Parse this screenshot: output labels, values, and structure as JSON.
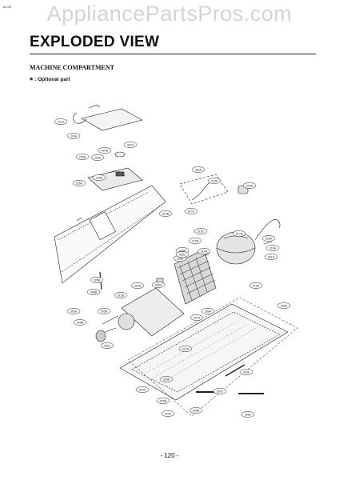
{
  "watermark": "AppliancePartsPros.com",
  "corner_code": "6L/2E",
  "heading": "EXPLODED VIEW",
  "section_title": "MACHINE COMPARTMENT",
  "optional_marker": "*",
  "optional_note": ": Optional part",
  "page_number": "- 120 -",
  "callouts": [
    "411A",
    "320A",
    "407B",
    "407A",
    "326A",
    "326B",
    "328B",
    "328A",
    "313B",
    "302A",
    "304A",
    "323A",
    "317A",
    "319C",
    "317B",
    "318A",
    "319B",
    "314A",
    "308D",
    "315A",
    "316A",
    "301A",
    "319A",
    "308A",
    "313A",
    "305B",
    "306B",
    "315B",
    "305A",
    "305C",
    "307A",
    "309A",
    "303A",
    "308B",
    "308C",
    "306A",
    "305D",
    "310A",
    "303B",
    "309B",
    "309C",
    "306C",
    "305E",
    "324A",
    "322A"
  ]
}
